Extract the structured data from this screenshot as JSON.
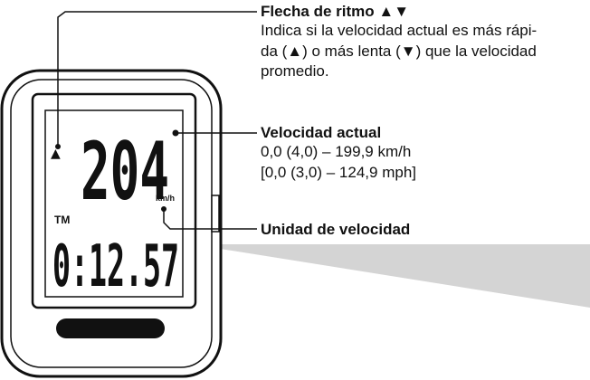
{
  "device": {
    "speed_digits": "204",
    "speed_unit": "km/h",
    "mode_indicator": "TM",
    "time_display": "0:12.57",
    "arrow_glyph": "▲"
  },
  "callouts": {
    "pace_arrow": {
      "title": "Flecha de ritmo ▲▼",
      "lines": [
        "Indica si la velocidad actual es más rápi-",
        "da (▲) o más lenta (▼) que la velocidad",
        "promedio."
      ]
    },
    "current_speed": {
      "title": "Velocidad actual",
      "lines": [
        "0,0 (4,0) – 199,9 km/h",
        "[0,0 (3,0) – 124,9 mph]"
      ]
    },
    "speed_unit": {
      "title": "Unidad de velocidad"
    }
  },
  "colors": {
    "outline": "#111111",
    "highlight_band": "#d4d4d4",
    "display_background": "#ffffff"
  }
}
